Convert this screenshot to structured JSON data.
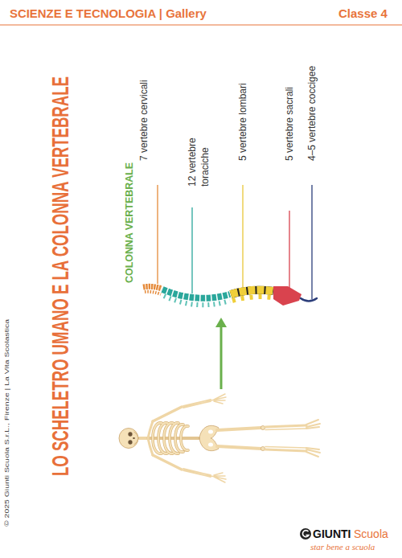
{
  "diagram": {
    "title": "LO SCHELETRO UMANO E LA COLONNA VERTEBRALE",
    "labels": [
      "SCIENZE E TECNOLOGIA | Gallery",
      "Classe 4",
      "COLONNA VERTEBRALE",
      "7 vertebre cervicali",
      "12 vertebre toraciche",
      "5 vertebre lombari",
      "5 vertebre sacrali",
      "4–5 vertebre coccigee",
      "© 2025 Giunti Scuola S.r.L., Firenze | La Vita Scolastica",
      "GIUNTI",
      "Scuola",
      "star bene a scuola"
    ]
  }
}
